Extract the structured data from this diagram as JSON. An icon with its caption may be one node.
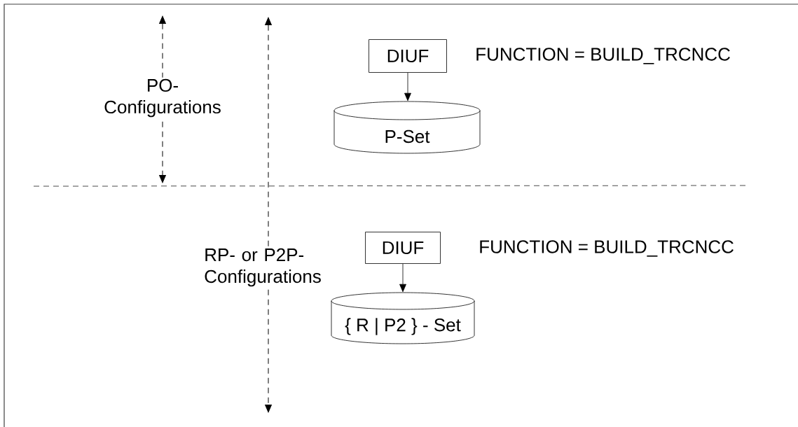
{
  "diagram": {
    "nodes": [
      {
        "text": [
          "DIUF"
        ],
        "beside": [
          "FUNCTION = BUILD_TRCNCC"
        ]
      },
      {
        "text": [
          "P-Set"
        ]
      },
      {
        "text": [
          "DIUF"
        ],
        "beside": [
          "FUNCTION = BUILD_TRCNCC"
        ]
      },
      {
        "text": [
          "{ R | P2 } - Set"
        ]
      }
    ],
    "edges": [
      {
        "from": 0,
        "to": 1,
        "arrow": "to"
      },
      {
        "from": 2,
        "to": 3,
        "arrow": "to"
      }
    ],
    "labels": [
      "PO- Configurations",
      "RP- or P2P- Configurations"
    ]
  }
}
